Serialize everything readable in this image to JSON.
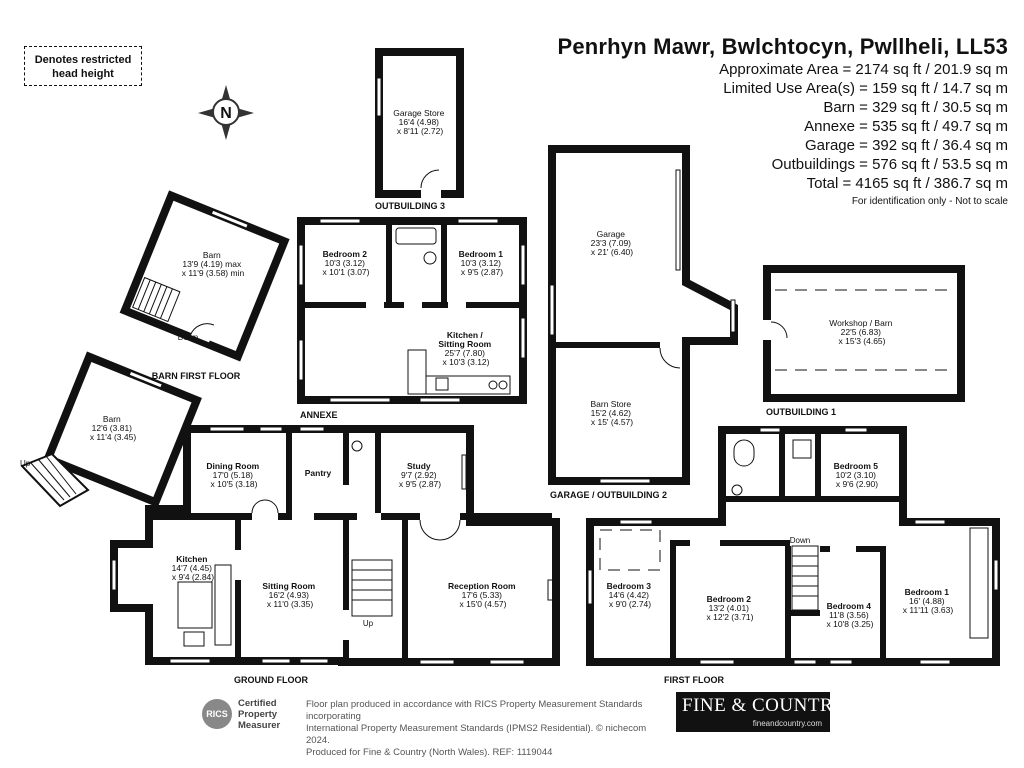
{
  "header": {
    "title": "Penrhyn Mawr, Bwlchtocyn, Pwllheli, LL53",
    "areas": [
      "Approximate Area = 2174 sq ft / 201.9 sq m",
      "Limited Use Area(s) = 159 sq ft / 14.7 sq m",
      "Barn = 329 sq ft / 30.5 sq m",
      "Annexe = 535 sq ft / 49.7 sq m",
      "Garage = 392 sq ft / 36.4 sq m",
      "Outbuildings = 576 sq ft / 53.5 sq m",
      "Total = 4165 sq ft / 386.7 sq m"
    ],
    "note": "For identification only - Not to scale"
  },
  "legend": {
    "restricted": "Denotes restricted head height"
  },
  "compass": {
    "letter": "N"
  },
  "sections": {
    "outbuilding3": "OUTBUILDING 3",
    "barn_first_floor": "BARN FIRST FLOOR",
    "annexe": "ANNEXE",
    "garage_outbuilding2": "GARAGE / OUTBUILDING 2",
    "outbuilding1": "OUTBUILDING 1",
    "ground_floor": "GROUND FLOOR",
    "first_floor": "FIRST FLOOR"
  },
  "rooms": {
    "garage_store": [
      "Garage Store",
      "16'4 (4.98)",
      "x 8'11 (2.72)"
    ],
    "barn_upper": [
      "Barn",
      "13'9 (4.19) max",
      "x 11'9 (3.58) min"
    ],
    "barn_lower": [
      "Barn",
      "12'6 (3.81)",
      "x 11'4 (3.45)"
    ],
    "annexe_bed2": [
      "Bedroom 2",
      "10'3 (3.12)",
      "x 10'1 (3.07)"
    ],
    "annexe_bed1": [
      "Bedroom 1",
      "10'3 (3.12)",
      "x 9'5 (2.87)"
    ],
    "annexe_kitchen": [
      "Kitchen /",
      "Sitting Room",
      "25'7 (7.80)",
      "x 10'3 (3.12)"
    ],
    "garage": [
      "Garage",
      "23'3 (7.09)",
      "x 21' (6.40)"
    ],
    "barn_store": [
      "Barn Store",
      "15'2 (4.62)",
      "x 15' (4.57)"
    ],
    "workshop": [
      "Workshop / Barn",
      "22'5 (6.83)",
      "x 15'3 (4.65)"
    ],
    "dining": [
      "Dining Room",
      "17'0 (5.18)",
      "x 10'5 (3.18)"
    ],
    "pantry": [
      "Pantry"
    ],
    "study": [
      "Study",
      "9'7 (2.92)",
      "x 9'5 (2.87)"
    ],
    "kitchen": [
      "Kitchen",
      "14'7 (4.45)",
      "x 9'4 (2.84)"
    ],
    "sitting": [
      "Sitting Room",
      "16'2 (4.93)",
      "x 11'0 (3.35)"
    ],
    "reception": [
      "Reception Room",
      "17'6 (5.33)",
      "x 15'0 (4.57)"
    ],
    "ff_bed3": [
      "Bedroom 3",
      "14'6 (4.42)",
      "x 9'0 (2.74)"
    ],
    "ff_bed2": [
      "Bedroom 2",
      "13'2 (4.01)",
      "x 12'2 (3.71)"
    ],
    "ff_bed4": [
      "Bedroom 4",
      "11'8 (3.56)",
      "x 10'8 (3.25)"
    ],
    "ff_bed1": [
      "Bedroom 1",
      "16' (4.88)",
      "x 11'11 (3.63)"
    ],
    "ff_bed5": [
      "Bedroom 5",
      "10'2 (3.10)",
      "x 9'6 (2.90)"
    ]
  },
  "stairs": {
    "down": "Down",
    "up": "Up"
  },
  "footer": {
    "text": [
      "Floor plan produced in accordance with RICS Property Measurement Standards incorporating",
      "International Property Measurement Standards (IPMS2 Residential).  © nichecom 2024.",
      "Produced for Fine & Country (North Wales).   REF:  1119044"
    ],
    "rics_seal": "RICS",
    "rics_badge": [
      "Certified",
      "Property",
      "Measurer"
    ],
    "brand": "FINE & COUNTRY",
    "brand_url": "fineandcountry.com"
  }
}
